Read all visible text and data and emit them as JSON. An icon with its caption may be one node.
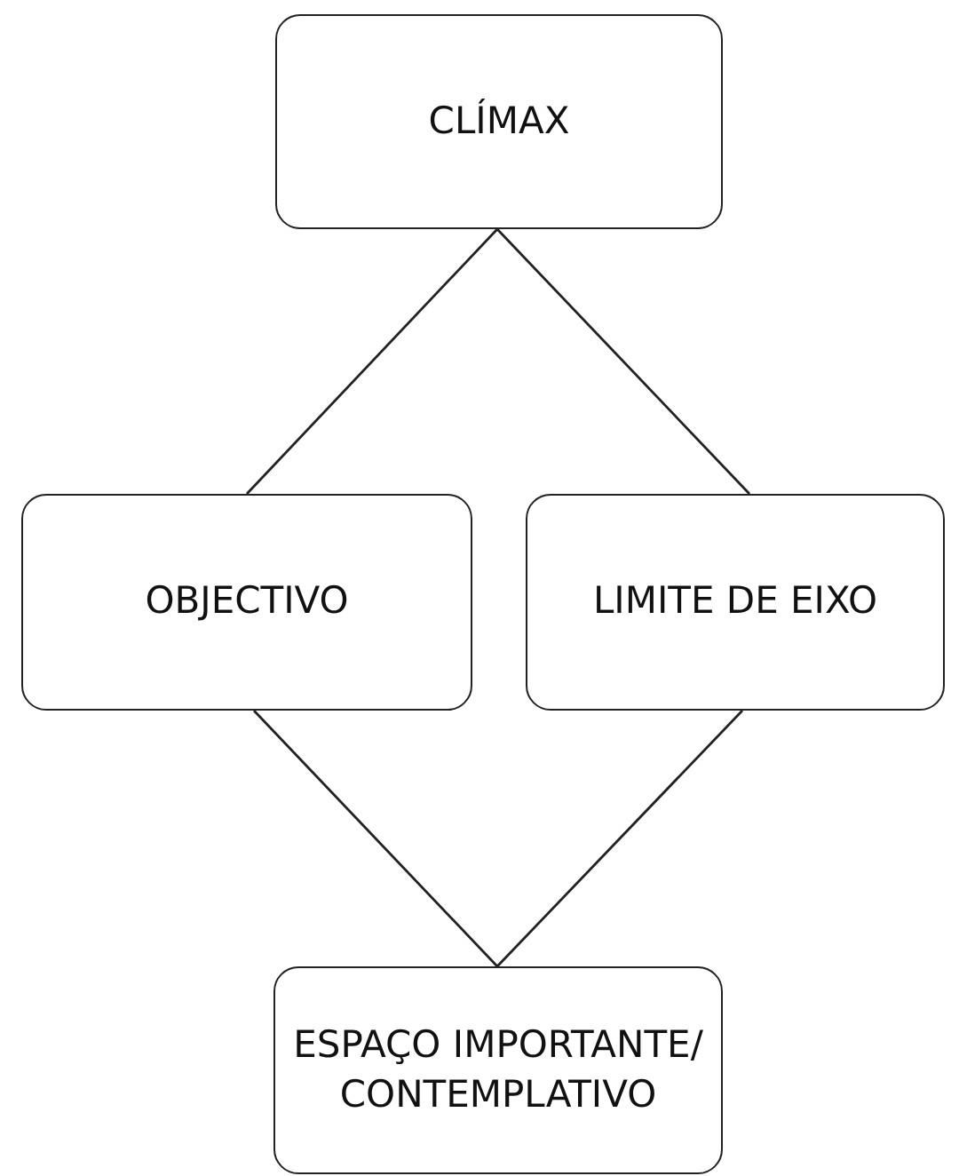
{
  "diagram": {
    "nodes": [
      {
        "text": [
          "CLÍMAX"
        ]
      },
      {
        "text": [
          "OBJECTIVO"
        ]
      },
      {
        "text": [
          "LIMITE DE EIXO"
        ]
      },
      {
        "text": [
          "ESPAÇO IMPORTANTE/ CONTEMPLATIVO"
        ]
      }
    ],
    "edges": [
      {
        "from": 0,
        "to": 1,
        "arrow": "none"
      },
      {
        "from": 0,
        "to": 2,
        "arrow": "none"
      },
      {
        "from": 1,
        "to": 3,
        "arrow": "none"
      },
      {
        "from": 2,
        "to": 3,
        "arrow": "none"
      }
    ]
  }
}
